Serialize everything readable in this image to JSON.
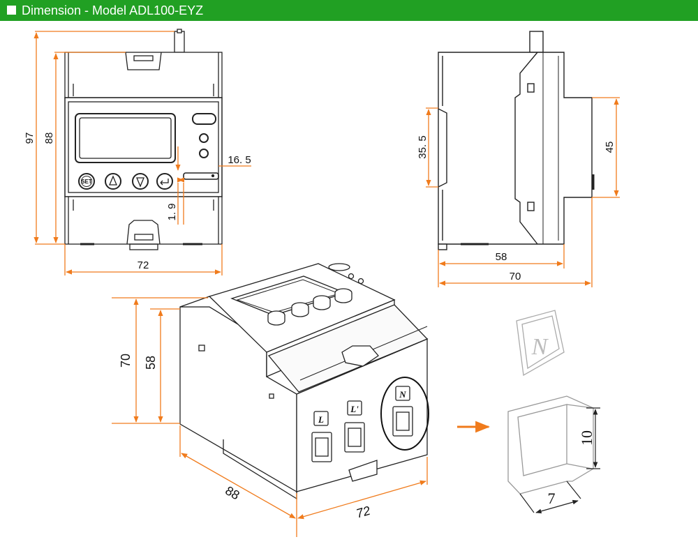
{
  "header": {
    "title": "Dimension - Model ADL100-EYZ"
  },
  "colors": {
    "header_bg": "#21a023",
    "dim_line": "#f07b1c",
    "outline": "#222222"
  },
  "front_view": {
    "height_total": "97",
    "height_body": "88",
    "width": "72",
    "slot_offset": "16. 5",
    "slot_height": "1. 9",
    "buttons": [
      "SET",
      "▲",
      "▼",
      "↵"
    ]
  },
  "side_view": {
    "din_width": "35. 5",
    "front_height": "45",
    "depth_body": "58",
    "depth_total": "70"
  },
  "iso_view": {
    "height_total": "70",
    "height_body": "58",
    "depth": "88",
    "width": "72",
    "terminal_labels": [
      "L",
      "L'",
      "N"
    ]
  },
  "cover_detail": {
    "label": "N",
    "height": "10",
    "width": "7"
  }
}
